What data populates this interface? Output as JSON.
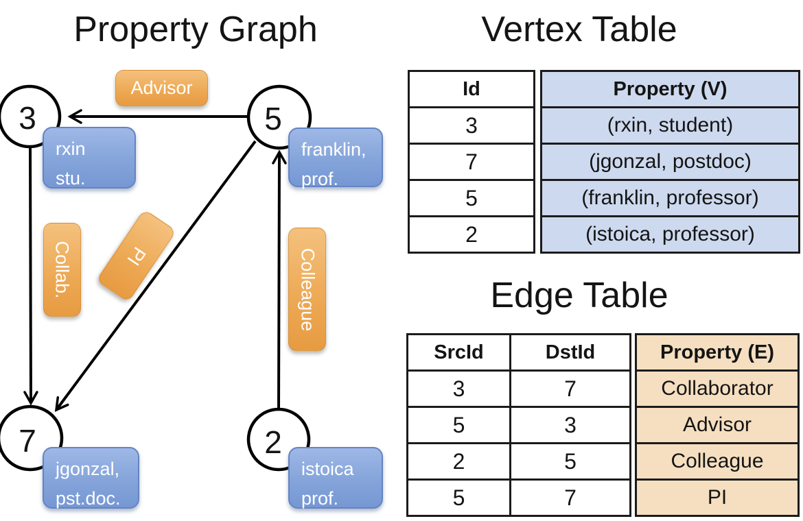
{
  "titles": {
    "graph": "Property Graph",
    "vertex_table": "Vertex Table",
    "edge_table": "Edge Table"
  },
  "graph": {
    "nodes": [
      {
        "id": "3",
        "label_line1": "rxin",
        "label_line2": "stu."
      },
      {
        "id": "5",
        "label_line1": "franklin,",
        "label_line2": "prof."
      },
      {
        "id": "7",
        "label_line1": "jgonzal,",
        "label_line2": "pst.doc."
      },
      {
        "id": "2",
        "label_line1": "istoica",
        "label_line2": "prof."
      }
    ],
    "edge_labels": [
      {
        "label": "Advisor"
      },
      {
        "label": "Collab."
      },
      {
        "label": "PI"
      },
      {
        "label": "Colleague"
      }
    ]
  },
  "vertex_table": {
    "headers": {
      "id": "Id",
      "property": "Property (V)"
    },
    "rows": [
      {
        "id": "3",
        "property": "(rxin, student)"
      },
      {
        "id": "7",
        "property": "(jgonzal, postdoc)"
      },
      {
        "id": "5",
        "property": "(franklin, professor)"
      },
      {
        "id": "2",
        "property": "(istoica, professor)"
      }
    ]
  },
  "edge_table": {
    "headers": {
      "src": "SrcId",
      "dst": "DstId",
      "property": "Property (E)"
    },
    "rows": [
      {
        "src": "3",
        "dst": "7",
        "property": "Collaborator"
      },
      {
        "src": "5",
        "dst": "3",
        "property": "Advisor"
      },
      {
        "src": "2",
        "dst": "5",
        "property": "Colleague"
      },
      {
        "src": "5",
        "dst": "7",
        "property": "PI"
      }
    ]
  },
  "colors": {
    "vertex_box_blue": "#84a4da",
    "edge_box_orange": "#eda853",
    "vertex_table_fill": "#cdd9ee",
    "edge_table_fill": "#f5dfc0",
    "line_black": "#000000"
  }
}
